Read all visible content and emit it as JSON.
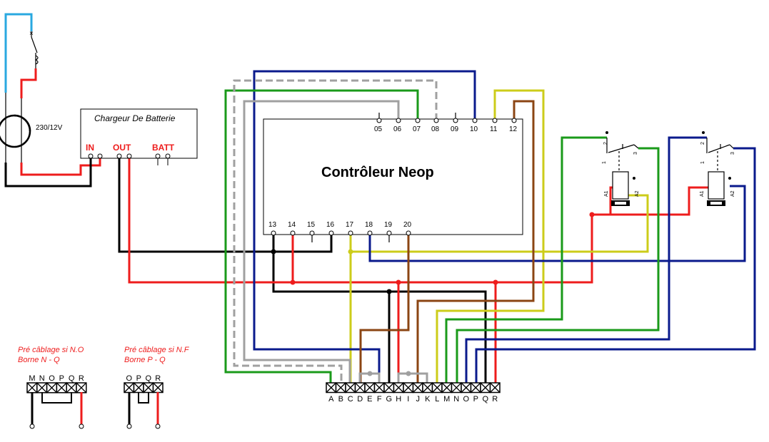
{
  "controller": {
    "title": "Contrôleur Neop",
    "top_terminals": [
      "05",
      "06",
      "07",
      "08",
      "09",
      "10",
      "11",
      "12"
    ],
    "bottom_terminals": [
      "13",
      "14",
      "15",
      "16",
      "17",
      "18",
      "19",
      "20"
    ]
  },
  "charger": {
    "title": "Chargeur De Batterie",
    "in_label": "IN",
    "out_label": "OUT",
    "batt_label": "BATT"
  },
  "transformer": {
    "label": "230/12V"
  },
  "terminal_block": {
    "letters": [
      "A",
      "B",
      "C",
      "D",
      "E",
      "F",
      "G",
      "H",
      "I",
      "J",
      "K",
      "L",
      "M",
      "N",
      "O",
      "P",
      "Q",
      "R"
    ]
  },
  "relay_1": {
    "pin_1": "1",
    "pin_2": "2",
    "pin_3": "3",
    "coil_a1": "A1",
    "coil_a2": "A2"
  },
  "relay_2": {
    "pin_1": "1",
    "pin_2": "2",
    "pin_3": "3",
    "coil_a1": "A1",
    "coil_a2": "A2"
  },
  "note_no": {
    "line1": "Pré câblage si N.O",
    "line2": "Borne N - Q",
    "letters": [
      "M",
      "N",
      "O",
      "P",
      "Q",
      "R"
    ]
  },
  "note_nf": {
    "line1": "Pré câblage si N.F",
    "line2": "Borne P - Q",
    "letters": [
      "O",
      "P",
      "Q",
      "R"
    ]
  },
  "colors": {
    "red": "#ee1c1c",
    "black": "#000000",
    "blue_navy": "#0a1a8c",
    "green": "#1a9a1a",
    "grey": "#a0a0a0",
    "yellow": "#cccc1a",
    "brown": "#8b4513",
    "cyan": "#29a8e0"
  }
}
